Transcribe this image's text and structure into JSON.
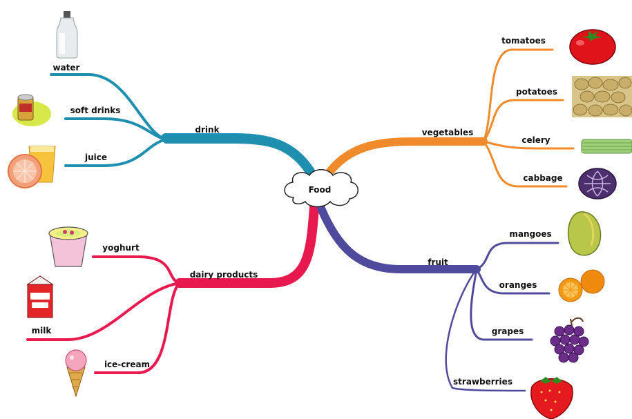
{
  "center": {
    "label": "Food"
  },
  "colors": {
    "drink": "#1f8fb0",
    "vegetables": "#f08a2a",
    "dairy": "#e8194e",
    "fruit": "#4f4a9c"
  },
  "branches": {
    "drink": {
      "label": "drink",
      "items": [
        {
          "label": "water",
          "icon": "water-bottle-icon"
        },
        {
          "label": "soft drinks",
          "icon": "soda-can-icon"
        },
        {
          "label": "juice",
          "icon": "juice-glass-icon"
        }
      ]
    },
    "vegetables": {
      "label": "vegetables",
      "items": [
        {
          "label": "tomatoes",
          "icon": "tomato-icon"
        },
        {
          "label": "potatoes",
          "icon": "potatoes-icon"
        },
        {
          "label": "celery",
          "icon": "celery-icon"
        },
        {
          "label": "cabbage",
          "icon": "cabbage-icon"
        }
      ]
    },
    "dairy": {
      "label": "dairy products",
      "items": [
        {
          "label": "yoghurt",
          "icon": "yoghurt-cup-icon"
        },
        {
          "label": "milk",
          "icon": "milk-carton-icon"
        },
        {
          "label": "ice-cream",
          "icon": "ice-cream-cone-icon"
        }
      ]
    },
    "fruit": {
      "label": "fruit",
      "items": [
        {
          "label": "mangoes",
          "icon": "mango-icon"
        },
        {
          "label": "oranges",
          "icon": "oranges-icon"
        },
        {
          "label": "grapes",
          "icon": "grapes-icon"
        },
        {
          "label": "strawberries",
          "icon": "strawberry-icon"
        }
      ]
    }
  }
}
